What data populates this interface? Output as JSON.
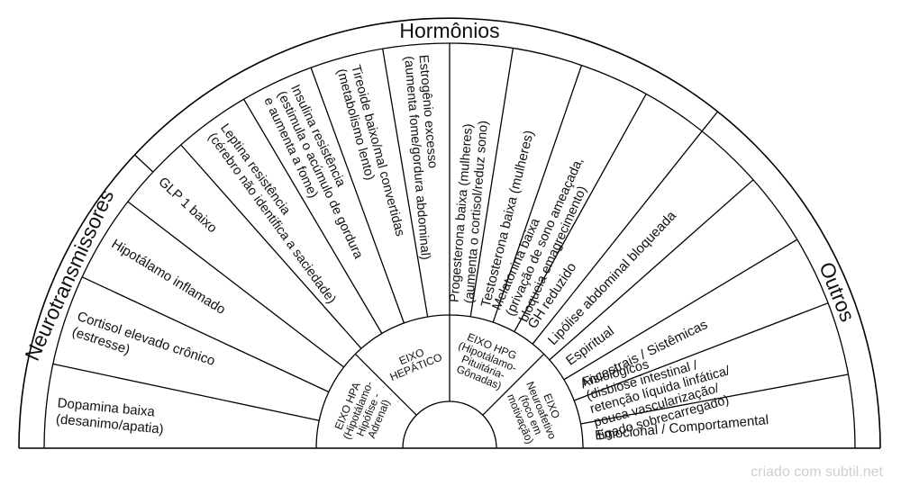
{
  "categories": {
    "left": "Neurotransmissores",
    "top": "Hormônios",
    "right": "Outros"
  },
  "axes": [
    {
      "lines": [
        "EIXO HPA",
        "(Hipotálamo-",
        "Hipófise -",
        "Adrenal)"
      ]
    },
    {
      "lines": [
        "EIXO",
        "HEPÁTICO"
      ]
    },
    {
      "lines": [
        "EIXO HPG",
        "(Hipotálamo-",
        "Pituitária-",
        "Gônadas)"
      ]
    },
    {
      "lines": [
        "EIXO",
        "Neuroafetivo",
        "(foco em",
        "motivação)"
      ]
    }
  ],
  "segments": [
    {
      "lines": [
        "Dopamina baixa",
        "(desanimo/apatia)"
      ]
    },
    {
      "lines": [
        "Cortisol elevado crônico",
        "(estresse)"
      ]
    },
    {
      "lines": [
        "Hipotálamo inflamado"
      ]
    },
    {
      "lines": [
        "GLP 1 baixo"
      ]
    },
    {
      "lines": [
        "Leptina resistência",
        "(cérebro não identifica a saciedade)"
      ]
    },
    {
      "lines": [
        "Insulina resistência",
        "(estimula o acúmulo de gordura",
        "e aumenta a fome)"
      ]
    },
    {
      "lines": [
        "Tireoide baixo/mal convertidas",
        "(metabolismo lento)"
      ]
    },
    {
      "lines": [
        "Estrogênio excesso",
        "(aumenta fome/gordura abdominal)"
      ]
    },
    {
      "lines": [
        "Progesterona baixa (mulheres)",
        "(aumenta o cortisol/reduz sono)"
      ]
    },
    {
      "lines": [
        "Testosterona baixa (mulheres)"
      ]
    },
    {
      "lines": [
        "Melatonina baixa",
        "(privação de sono ameaçada,",
        "bloqueia emagrecimento)"
      ]
    },
    {
      "lines": [
        "GH reduzido"
      ]
    },
    {
      "lines": [
        "Lipólise abdominal bloqueada"
      ]
    },
    {
      "lines": [
        "Espiritual"
      ]
    },
    {
      "lines": [
        "Ancestrais / Sistêmicas"
      ]
    },
    {
      "lines": [
        "Fisiológicos",
        "(disbiose intestinal /",
        "retenção líquida linfática/",
        "pouca vascularização/",
        "fígado sobrecarregado)"
      ]
    },
    {
      "lines": [
        "Emocional / Comportamental"
      ]
    }
  ],
  "watermark": "criado com subtil.net"
}
